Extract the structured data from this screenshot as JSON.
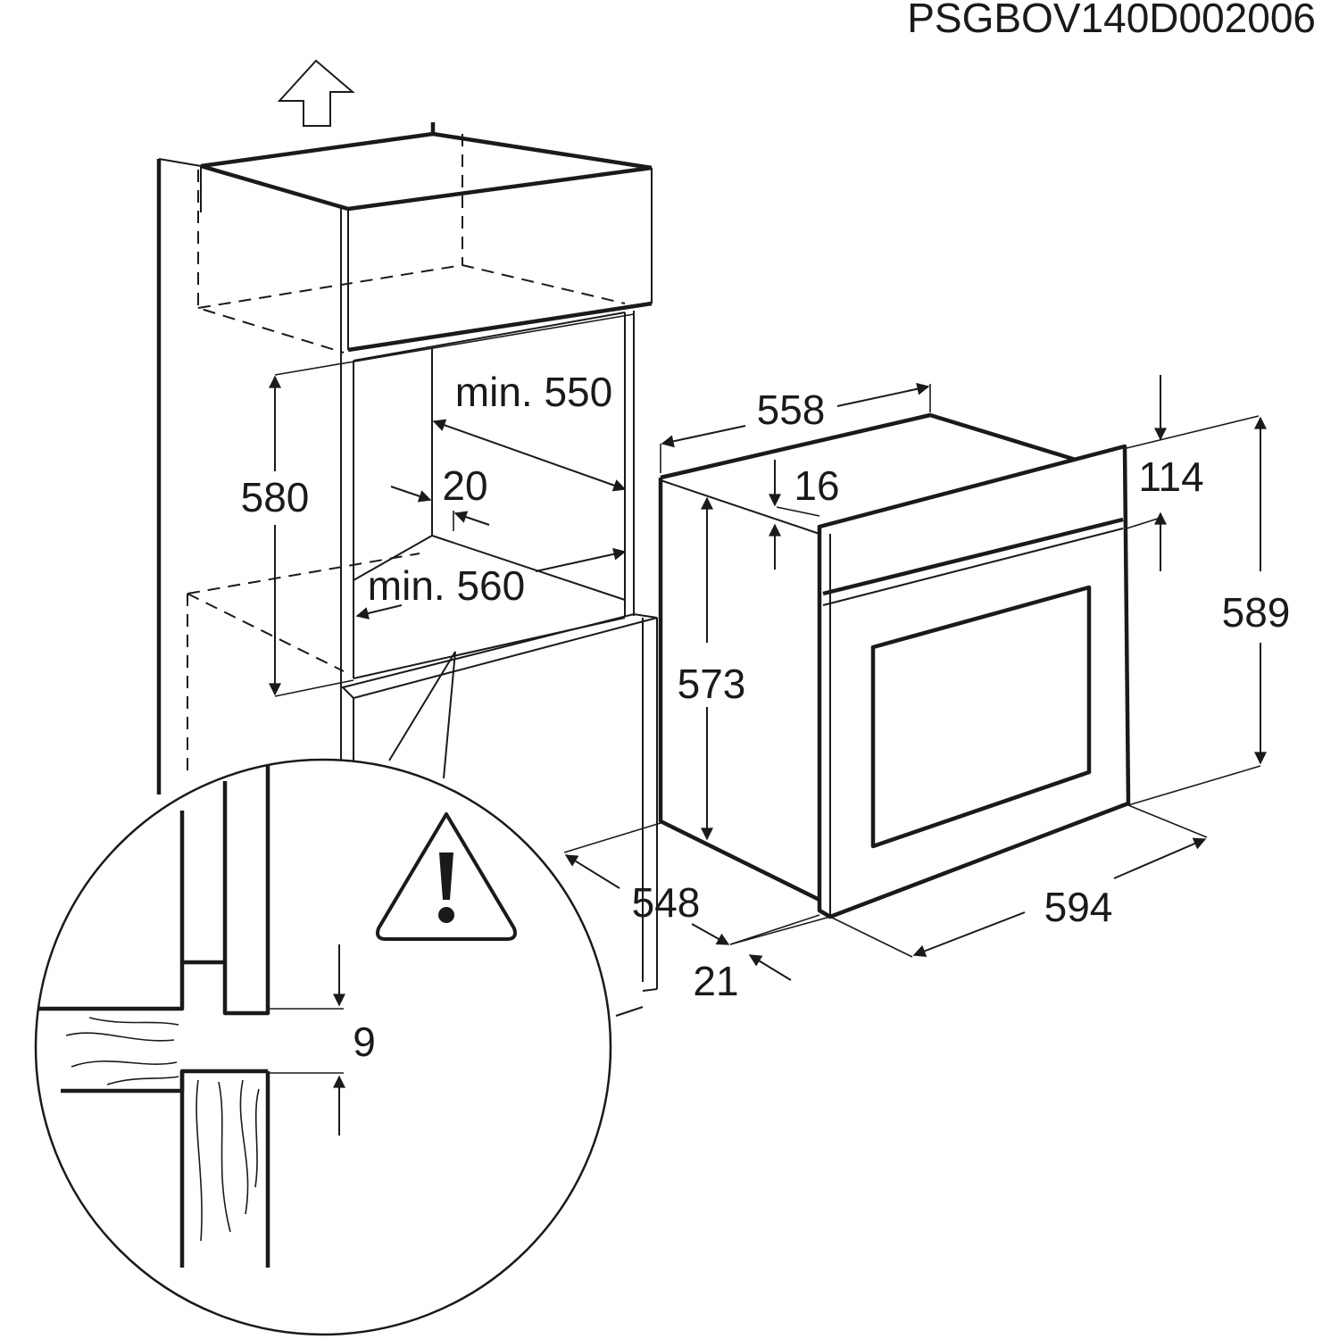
{
  "document_code": "PSGBOV140D002006",
  "dimensions": {
    "niche_height": "580",
    "niche_depth": "min. 550",
    "niche_width": "min. 560",
    "rear_gap": "20",
    "oven_depth": "558",
    "panel_gap": "16",
    "panel_height": "114",
    "body_height": "573",
    "front_height": "589",
    "front_width": "594",
    "body_depth": "548",
    "front_thickness": "21",
    "detail_gap": "9"
  },
  "icons": {
    "airflow": "up-arrow-icon",
    "warning": "warning-triangle-icon"
  }
}
